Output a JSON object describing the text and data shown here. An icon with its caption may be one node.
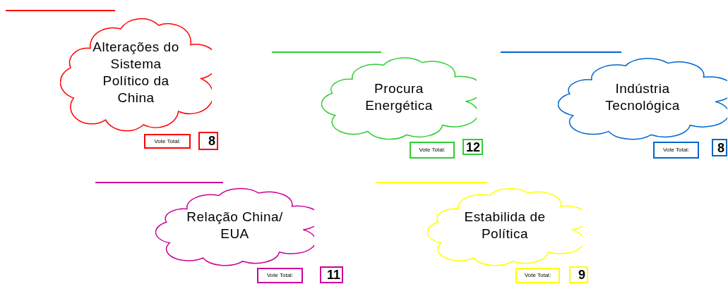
{
  "diagram": {
    "nodes": [
      {
        "text": [
          "Alterações do Sistema Político da China"
        ]
      },
      {
        "text": [
          "Vote Total:"
        ]
      },
      {
        "text": [
          "8"
        ]
      },
      {
        "text": [
          "Procura Energética"
        ]
      },
      {
        "text": [
          "Vote Total:"
        ]
      },
      {
        "text": [
          "12"
        ]
      },
      {
        "text": [
          "Indústria Tecnológica"
        ]
      },
      {
        "text": [
          "Vote Total:"
        ]
      },
      {
        "text": [
          "8"
        ]
      },
      {
        "text": [
          "Relação China/ EUA"
        ]
      },
      {
        "text": [
          "Vote Total:"
        ]
      },
      {
        "text": [
          "11"
        ]
      },
      {
        "text": [
          "Estabilida de Política"
        ]
      },
      {
        "text": [
          "Vote Total:"
        ]
      },
      {
        "text": [
          "9"
        ]
      }
    ]
  }
}
